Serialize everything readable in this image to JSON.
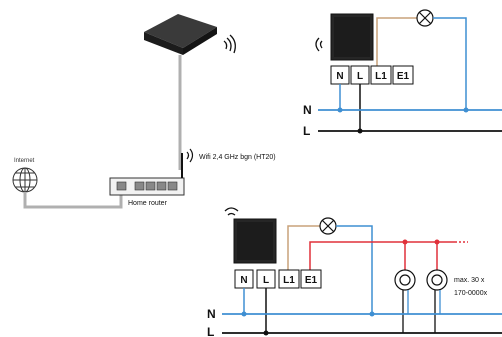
{
  "labels": {
    "internet": "Internet",
    "wifi": "Wifi 2,4 GHz bgn (HT20)",
    "router": "Home router",
    "max_line1": "max. 30 x",
    "max_line2": "170-0000x"
  },
  "top_circuit": {
    "terminals": [
      "N",
      "L",
      "L1",
      "E1"
    ],
    "rails": [
      "N",
      "L"
    ]
  },
  "bottom_circuit": {
    "terminals": [
      "N",
      "L",
      "L1",
      "E1"
    ],
    "rails": [
      "N",
      "L"
    ]
  },
  "colors": {
    "neutral_wire": "#3f8fd2",
    "live_wire": "#111111",
    "switched_wire": "#c9a27a",
    "extension_wire": "#e0303a",
    "network_cable": "#b0b0b0",
    "device": "#2a2a2a"
  },
  "icons": [
    "globe-icon",
    "wifi-signal-icon",
    "lamp-icon",
    "smart-switch-icon",
    "hub-device-icon",
    "router-icon",
    "extension-unit-icon"
  ]
}
